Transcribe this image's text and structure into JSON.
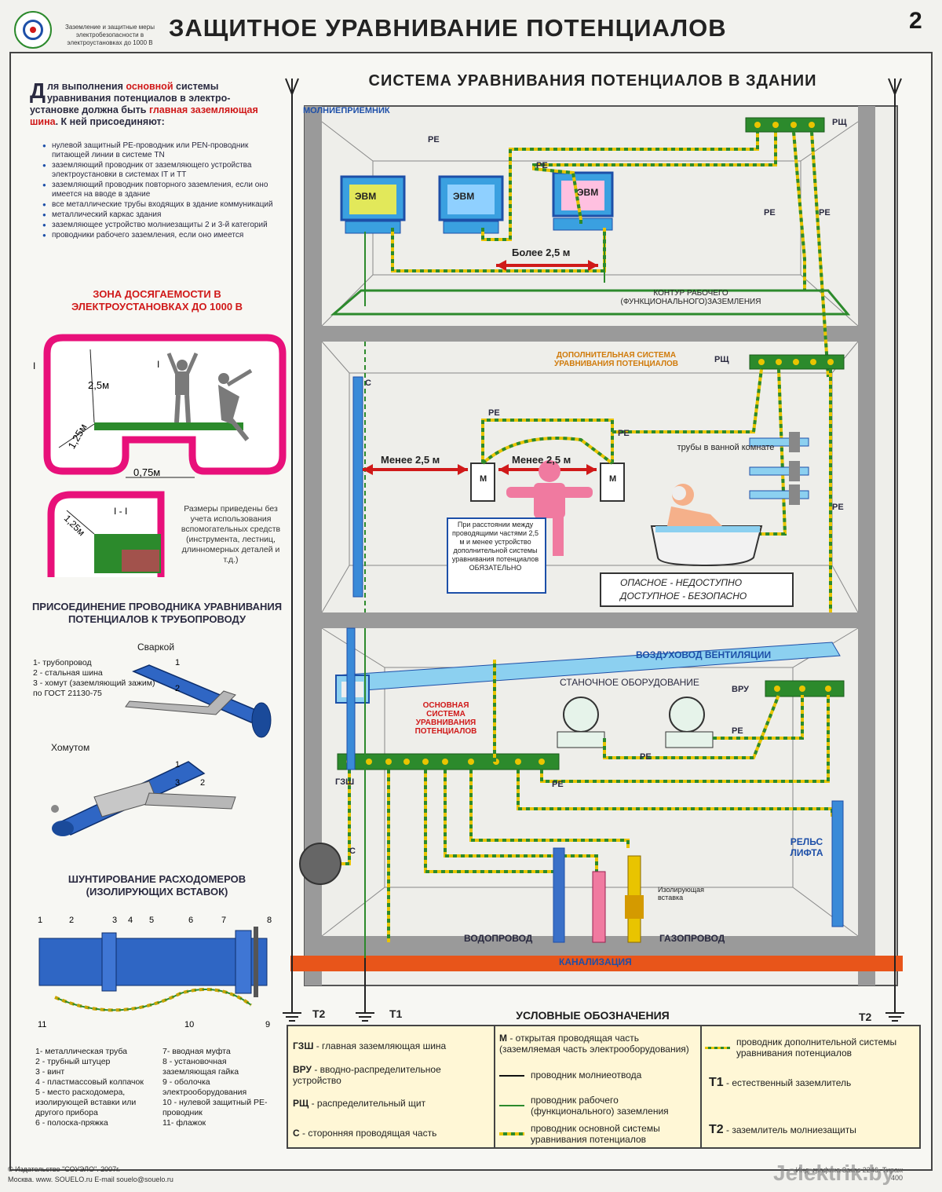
{
  "header": {
    "series_text": "Заземление и защитные меры электробезопасности в электроустановках до 1000 В",
    "title": "ЗАЩИТНОЕ УРАВНИВАНИЕ ПОТЕНЦИАЛОВ",
    "page_number": "2"
  },
  "intro": {
    "drop_cap": "Д",
    "text_1": "ля выполнения ",
    "highlight_1": "основной",
    "text_2": " системы уравнивания потенциалов в электро-установке должна быть ",
    "highlight_2": "главная заземляющая шина",
    "text_3": ". К ней присоединяют:"
  },
  "bullets": [
    "нулевой защитный PE-проводник или PEN-проводник питающей линии в системе TN",
    "заземляющий проводник от заземляющего устройства электроустановки в системах IT и TT",
    "заземляющий проводник повторного заземления, если оно имеется на вводе в здание",
    "все металлические трубы входящих в здание коммуникаций",
    "металлический каркас здания",
    "заземляющее устройство молниезащиты 2 и 3-й категорий",
    "проводники рабочего заземления, если оно имеется"
  ],
  "reach_zone": {
    "title": "ЗОНА ДОСЯГАЕМОСТИ В ЭЛЕКТРОУСТАНОВКАХ ДО 1000 В",
    "dim_25": "2,5м",
    "dim_125": "1,25м",
    "dim_075": "0,75м",
    "section_mark": "I",
    "section_label": "I - I",
    "dim_125b": "1,25м",
    "note": "Размеры приведены без учета использования вспомогательных средств (инструмента, лестниц, длинномерных деталей и т.д.)"
  },
  "pipe_connection": {
    "title": "ПРИСОЕДИНЕНИЕ ПРОВОДНИКА УРАВНИВАНИЯ ПОТЕНЦИАЛОВ К ТРУБОПРОВОДУ",
    "weld_label": "Сваркой",
    "items": [
      "1- трубопровод",
      "2 - стальная шина",
      "3 - хомут (заземляющий зажим) по ГОСТ 21130-75"
    ],
    "clamp_label": "Хомутом",
    "n1": "1",
    "n2": "2",
    "n3": "3"
  },
  "bypass": {
    "title": "ШУНТИРОВАНИЕ РАСХОДОМЕРОВ (ИЗОЛИРУЮЩИХ ВСТАВОК)",
    "numbers": [
      "1",
      "2",
      "3",
      "4",
      "5",
      "6",
      "7",
      "8",
      "9",
      "10",
      "11"
    ],
    "legend_left": [
      "1- металлическая труба",
      "2 - трубный штуцер",
      "3 - винт",
      "4 - пластмассовый колпачок",
      "5 - место расходомера, изолирующей вставки или другого прибора",
      "6 - полоска-пряжка"
    ],
    "legend_right": [
      "7- вводная муфта",
      "8 - установочная заземляющая гайка",
      "9 - оболочка электрооборудования",
      "10 - нулевой защитный PE-проводник",
      "11- флажок"
    ]
  },
  "building": {
    "title": "СИСТЕМА УРАВНИВАНИЯ ПОТЕНЦИАЛОВ В ЗДАНИИ",
    "lightning_rod": "МОЛНИЕПРИЕМНИК",
    "rsh": "РЩ",
    "pe": "PE",
    "evm": "ЭВМ",
    "more_25": "Более 2,5 м",
    "contour": "КОНТУР РАБОЧЕГО (ФУНКЦИОНАЛЬНОГО)ЗАЗЕМЛЕНИЯ",
    "additional": "ДОПОЛНИТЕЛЬНАЯ СИСТЕМА УРАВНИВАНИЯ ПОТЕНЦИАЛОВ",
    "c": "С",
    "less_25": "Менее 2,5 м",
    "m": "М",
    "bath_pipes": "трубы в ванной комнате",
    "note_box": "При расстоянии между проводящими частями 2,5 м и менее устройство дополнительной системы уравнивания потенциалов ОБЯЗАТЕЛЬНО",
    "danger_1": "ОПАСНОЕ - НЕДОСТУПНО",
    "danger_2": "ДОСТУПНОЕ - БЕЗОПАСНО",
    "duct": "ВОЗДУХОВОД ВЕНТИЛЯЦИИ",
    "machine": "СТАНОЧНОЕ ОБОРУДОВАНИЕ",
    "vru": "ВРУ",
    "main_system": "ОСНОВНАЯ СИСТЕМА УРАВНИВАНИЯ ПОТЕНЦИАЛОВ",
    "gzsh": "ГЗШ",
    "rail": "РЕЛЬС ЛИФТА",
    "insulating": "Изолирующая вставка",
    "water": "ВОДОПРОВОД",
    "gas": "ГАЗОПРОВОД",
    "sewer": "КАНАЛИЗАЦИЯ",
    "t1": "Т1",
    "t2": "Т2"
  },
  "legend": {
    "title": "УСЛОВНЫЕ ОБОЗНАЧЕНИЯ",
    "col1": [
      {
        "key": "ГЗШ",
        "text": " - главная заземляющая шина"
      },
      {
        "key": "ВРУ",
        "text": " - вводно-распределительное устройство"
      },
      {
        "key": "РЩ",
        "text": " - распределительный щит"
      },
      {
        "key": "С",
        "text": " - сторонняя проводящая часть"
      }
    ],
    "col2": [
      {
        "key": "М",
        "text": " - открытая проводящая часть (заземляемая часть электрооборудования)"
      },
      {
        "key": "",
        "text": "проводник молниеотвода"
      },
      {
        "key": "",
        "text": "проводник рабочего (функционального) заземления"
      },
      {
        "key": "",
        "text": "проводник основной системы уравнивания потенциалов"
      }
    ],
    "col3": [
      {
        "key": "",
        "text": "проводник дополнительной системы уравнивания потенциалов"
      },
      {
        "key": "Т1",
        "text": " - естественный заземлитель"
      },
      {
        "key": "Т2",
        "text": " - заземлитель молниезащиты"
      }
    ]
  },
  "footer": {
    "publisher": "© Издательство \"СОУЭЛО\". 2007г.",
    "contacts": "Москва. www. SOUELO.ru  E-mail souelo@souelo.ru",
    "print": "Инд. графика Заказ 2246. Тираж 400",
    "watermark": "Jelektrik.by"
  },
  "colors": {
    "accent_red": "#d01919",
    "blue": "#1d4fa8",
    "green": "#2c8a2c",
    "yellow": "#e9c400"
  }
}
